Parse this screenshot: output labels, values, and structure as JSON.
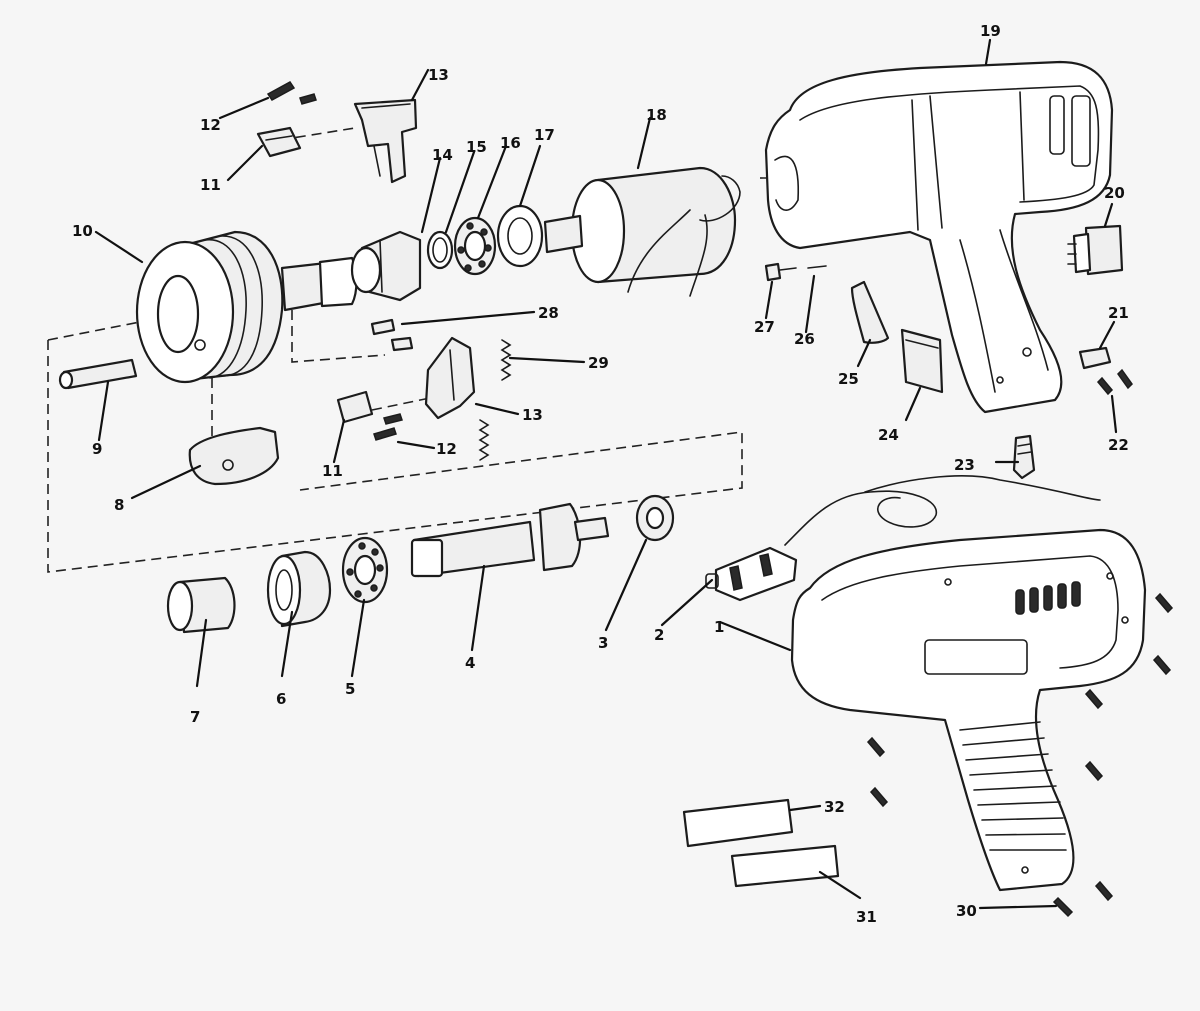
{
  "callouts": [
    {
      "id": "c1",
      "text": "1"
    },
    {
      "id": "c2",
      "text": "2"
    },
    {
      "id": "c3",
      "text": "3"
    },
    {
      "id": "c4",
      "text": "4"
    },
    {
      "id": "c5",
      "text": "5"
    },
    {
      "id": "c6",
      "text": "6"
    },
    {
      "id": "c7",
      "text": "7"
    },
    {
      "id": "c8",
      "text": "8"
    },
    {
      "id": "c9",
      "text": "9"
    },
    {
      "id": "c10",
      "text": "10"
    },
    {
      "id": "c11a",
      "text": "11"
    },
    {
      "id": "c11b",
      "text": "11"
    },
    {
      "id": "c12a",
      "text": "12"
    },
    {
      "id": "c12b",
      "text": "12"
    },
    {
      "id": "c13a",
      "text": "13"
    },
    {
      "id": "c13b",
      "text": "13"
    },
    {
      "id": "c14",
      "text": "14"
    },
    {
      "id": "c15",
      "text": "15"
    },
    {
      "id": "c16",
      "text": "16"
    },
    {
      "id": "c17",
      "text": "17"
    },
    {
      "id": "c18",
      "text": "18"
    },
    {
      "id": "c19",
      "text": "19"
    },
    {
      "id": "c20",
      "text": "20"
    },
    {
      "id": "c21",
      "text": "21"
    },
    {
      "id": "c22",
      "text": "22"
    },
    {
      "id": "c23",
      "text": "23"
    },
    {
      "id": "c24",
      "text": "24"
    },
    {
      "id": "c25",
      "text": "25"
    },
    {
      "id": "c26",
      "text": "26"
    },
    {
      "id": "c27",
      "text": "27"
    },
    {
      "id": "c28",
      "text": "28"
    },
    {
      "id": "c29",
      "text": "29"
    },
    {
      "id": "c30",
      "text": "30"
    },
    {
      "id": "c31",
      "text": "31"
    },
    {
      "id": "c32",
      "text": "32"
    }
  ]
}
